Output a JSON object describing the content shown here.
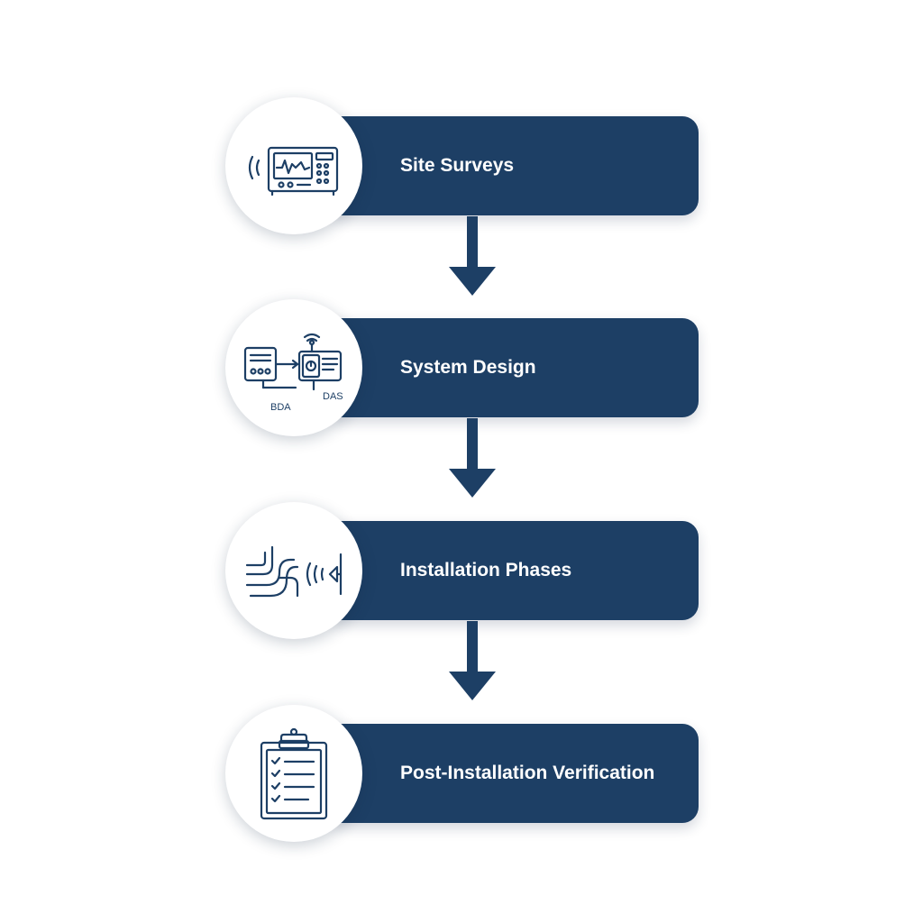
{
  "steps": [
    {
      "label": "Site Surveys",
      "icon": "signal-analyzer-icon"
    },
    {
      "label": "System Design",
      "icon": "bda-das-diagram-icon",
      "icon_labels": {
        "left": "BDA",
        "right": "DAS"
      }
    },
    {
      "label": "Installation Phases",
      "icon": "cabling-antenna-icon"
    },
    {
      "label": "Post-Installation Verification",
      "icon": "checklist-clipboard-icon"
    }
  ],
  "colors": {
    "bar": "#1d3f65",
    "icon_stroke": "#1d3f65",
    "background": "#ffffff"
  }
}
